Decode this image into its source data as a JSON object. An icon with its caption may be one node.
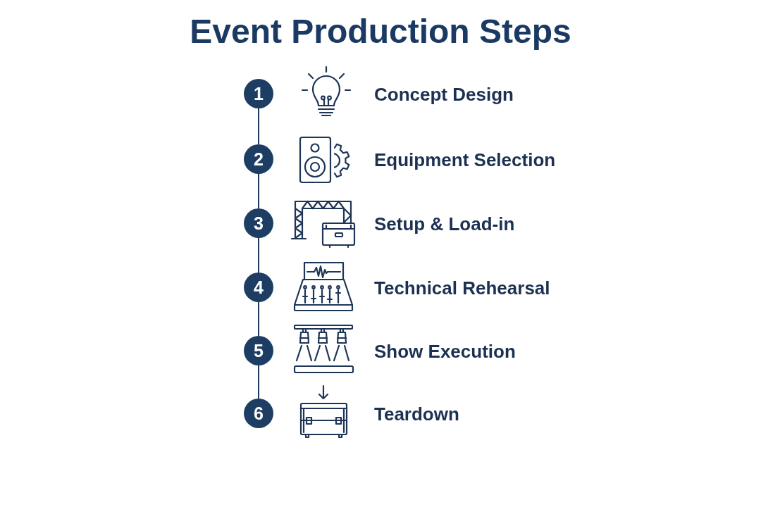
{
  "diagram": {
    "title": "Event Production Steps",
    "nodes": [
      {
        "text": [
          "1"
        ]
      },
      {
        "text": [
          "2"
        ]
      },
      {
        "text": [
          "3"
        ]
      },
      {
        "text": [
          "4"
        ]
      },
      {
        "text": [
          "5"
        ]
      },
      {
        "text": [
          "6"
        ]
      }
    ],
    "edges": [
      {
        "from": 0,
        "to": 1,
        "arrow": "none"
      },
      {
        "from": 1,
        "to": 2,
        "arrow": "none"
      },
      {
        "from": 2,
        "to": 3,
        "arrow": "none"
      },
      {
        "from": 3,
        "to": 4,
        "arrow": "none"
      },
      {
        "from": 4,
        "to": 5,
        "arrow": "none"
      }
    ],
    "labels": [
      "Concept Design",
      "Equipment Selection",
      "Setup & Load-in",
      "Technical Rehearsal",
      "Show Execution",
      "Teardown"
    ]
  }
}
